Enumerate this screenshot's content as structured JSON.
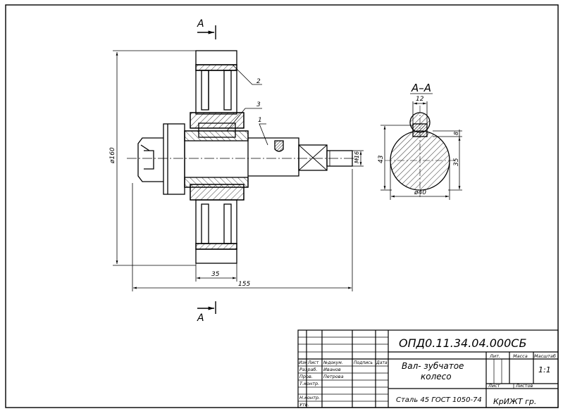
{
  "drawing": {
    "section_mark_top": "А",
    "section_mark_bottom": "А",
    "section_title": "А–А",
    "balloons": [
      "2",
      "3",
      "1"
    ],
    "dims": {
      "dia_gear": "ø160",
      "hub_width": "35",
      "overall_length": "155",
      "thread": "М16",
      "key_width": "12",
      "key_depth": "8",
      "shaft_dia": "ø40",
      "height_43": "43",
      "height_35": "35"
    }
  },
  "title_block": {
    "designation": "ОПД0.11.34.04.000СБ",
    "name_line1": "Вал- зубчатое",
    "name_line2": "колесо",
    "material": "Сталь 45 ГОСТ 1050-74",
    "org": "КрИЖТ гр.",
    "scale": "1:1",
    "col_headers": {
      "izm": "Изм",
      "list": "Лист",
      "doc": "№докум.",
      "sign": "Подпись",
      "date": "Дата",
      "lit": "Лит.",
      "mass": "Масса",
      "scale": "Масштаб",
      "sheet": "Лист",
      "sheets": "Листов"
    },
    "roles": {
      "razrab": "Разраб.",
      "prov": "Пров.",
      "tkontr": "Т.контр.",
      "nkontr": "Н.контр.",
      "utv": "Утв."
    },
    "people": {
      "razrab": "Иванов",
      "prov": "Петрова"
    }
  }
}
